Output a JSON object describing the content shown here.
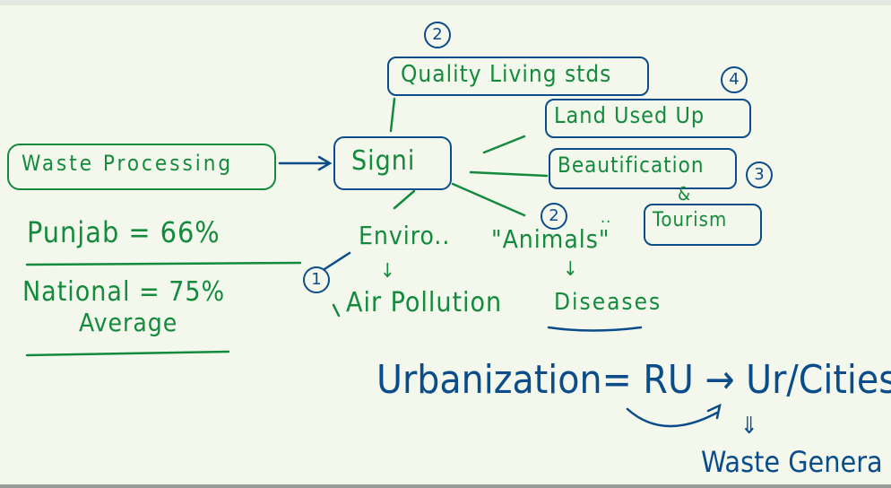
{
  "colors": {
    "background": "#f4f8ec",
    "green_ink": "#138a3c",
    "blue_ink": "#0b4c8a"
  },
  "nodes": {
    "quality": {
      "label": "Quality Living stds",
      "number": "2"
    },
    "land": {
      "label": "Land Used Up",
      "number": "4"
    },
    "waste_processing": {
      "label": "Waste Processing"
    },
    "signi": {
      "label": "Signi"
    },
    "beautification": {
      "label": "Beautification",
      "number": "3"
    },
    "and": "&",
    "tourism": {
      "label": "Tourism"
    },
    "enviro": {
      "label": "Enviro..",
      "number": "1"
    },
    "animals": {
      "label": "\"Animals\"",
      "number": "2",
      "dots": ".."
    },
    "air_pollution": {
      "label": "Air Pollution"
    },
    "diseases": {
      "label": "Diseases"
    },
    "down_arrow": "↓"
  },
  "stats": {
    "punjab": "Punjab = 66%",
    "national": "National = 75%",
    "average": "Average"
  },
  "urbanization": {
    "equation": "Urbanization= RU → Ur/Cities",
    "double_arrow": "⇓",
    "result": "Waste Genera"
  }
}
